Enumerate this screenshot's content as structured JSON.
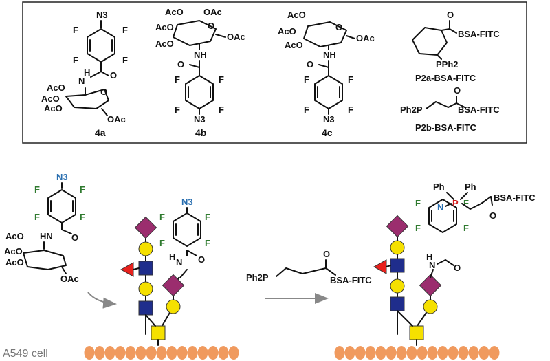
{
  "top_panel": {
    "compounds": [
      {
        "id": "4a",
        "groups": [
          "N3",
          "F",
          "F",
          "F",
          "F",
          "AcO",
          "AcO",
          "AcO",
          "H",
          "N",
          "O",
          "O",
          "OAc"
        ]
      },
      {
        "id": "4b",
        "groups": [
          "AcO",
          "OAc",
          "AcO",
          "O",
          "OAc",
          "NH",
          "O",
          "F",
          "F",
          "F",
          "F",
          "N3"
        ]
      },
      {
        "id": "4c",
        "groups": [
          "AcO",
          "AcO",
          "O",
          "OAc",
          "NH",
          "O",
          "F",
          "F",
          "F",
          "F",
          "N3"
        ]
      }
    ],
    "probe_1": {
      "carbonyl": "O",
      "tag": "BSA-FITC",
      "phosphine": "PPh2",
      "name": "P2a-BSA-FITC"
    },
    "probe_2": {
      "carbonyl": "O",
      "phosphine": "Ph2P",
      "tag": "BSA-FITC",
      "name": "P2b-BSA-FITC"
    }
  },
  "bottom_panel": {
    "sugar": {
      "azide": "N3",
      "fluorines": [
        "F",
        "F",
        "F",
        "F"
      ],
      "amide": "HN",
      "carbonyl": "O",
      "acetates": [
        "AcO",
        "AcO",
        "AcO",
        "OAc"
      ]
    },
    "labeled_glycan": {
      "azide": "N3",
      "fluorines": [
        "F",
        "F",
        "F",
        "F"
      ],
      "amide_n": "N",
      "amide_h": "H",
      "carbonyl": "O"
    },
    "reagent": {
      "phosphine": "Ph2P",
      "carbonyl": "O",
      "tag": "BSA-FITC"
    },
    "product": {
      "ph1": "Ph",
      "ph2": "Ph",
      "p": "P",
      "n": "N",
      "carbonyl": "O",
      "tag": "BSA-FITC",
      "fluorines": [
        "F",
        "F",
        "F",
        "F"
      ],
      "amide_n": "N",
      "amide_h": "H"
    },
    "cell_label": "A549 cell"
  },
  "colors": {
    "sialic_acid": "#9b2d6e",
    "galactose": "#f5e000",
    "glcnac": "#1f2d8c",
    "fucose": "#e8211d",
    "membrane": "#f09a5e",
    "azide_blue": "#2a6fb0",
    "phosphorus_red": "#d11a1a",
    "fluorine_green": "#2f7a2f"
  }
}
